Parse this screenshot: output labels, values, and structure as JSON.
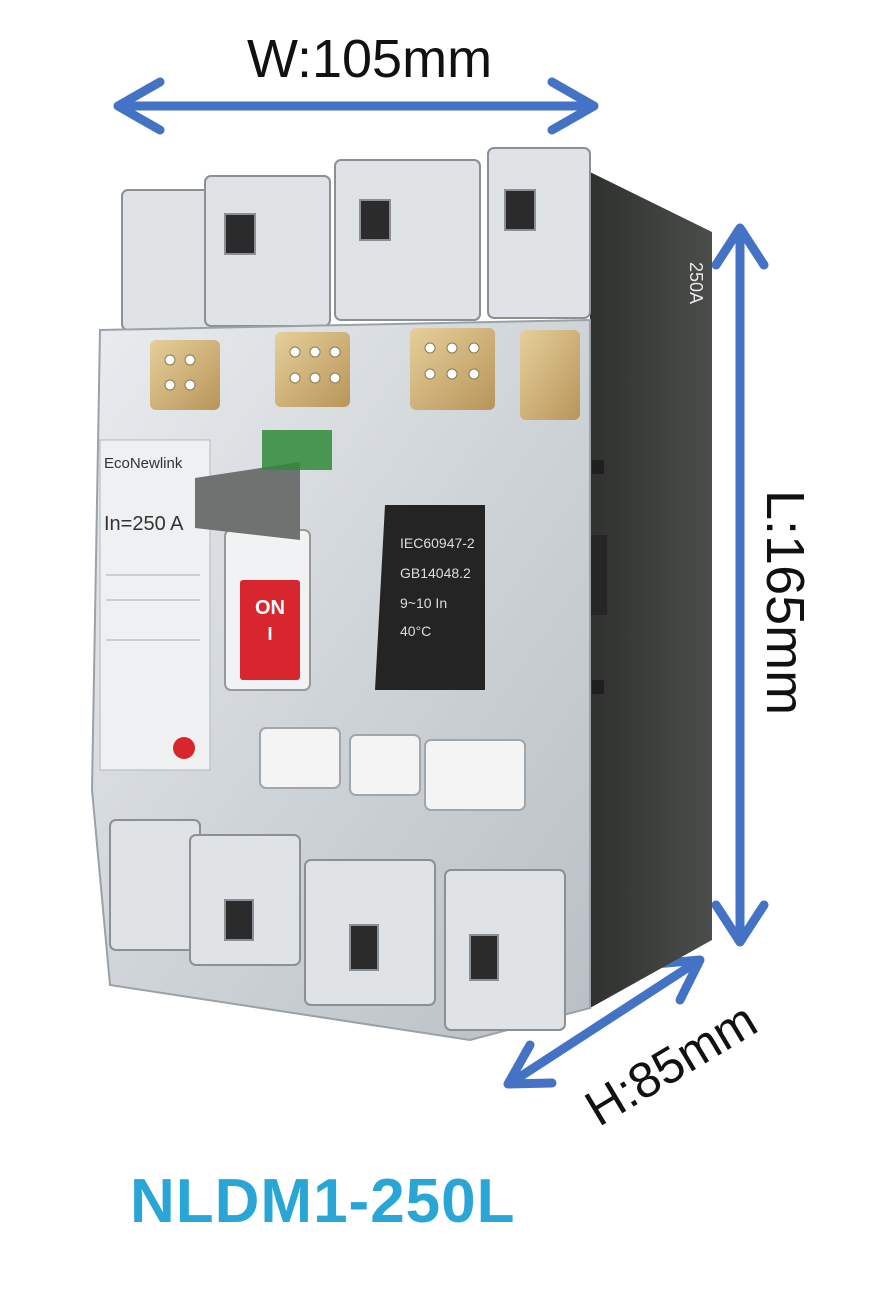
{
  "dimensions": {
    "width_label": "W:105mm",
    "length_label": "L:165mm",
    "height_label": "H:85mm"
  },
  "product": {
    "model": "NLDM1-250L",
    "brand": "EcoNewlink",
    "rating": "In=250 A",
    "switch_label": "ON",
    "switch_symbol": "I",
    "side_mark": "250A",
    "plate_lines": [
      "IEC60947-2",
      "GB14048.2",
      "9~10 In",
      "40°C"
    ]
  },
  "colors": {
    "arrow": "#4472c4",
    "model_text": "#2aa6d6",
    "switch": "#d7262e",
    "side_body": "#3d3f3d"
  }
}
